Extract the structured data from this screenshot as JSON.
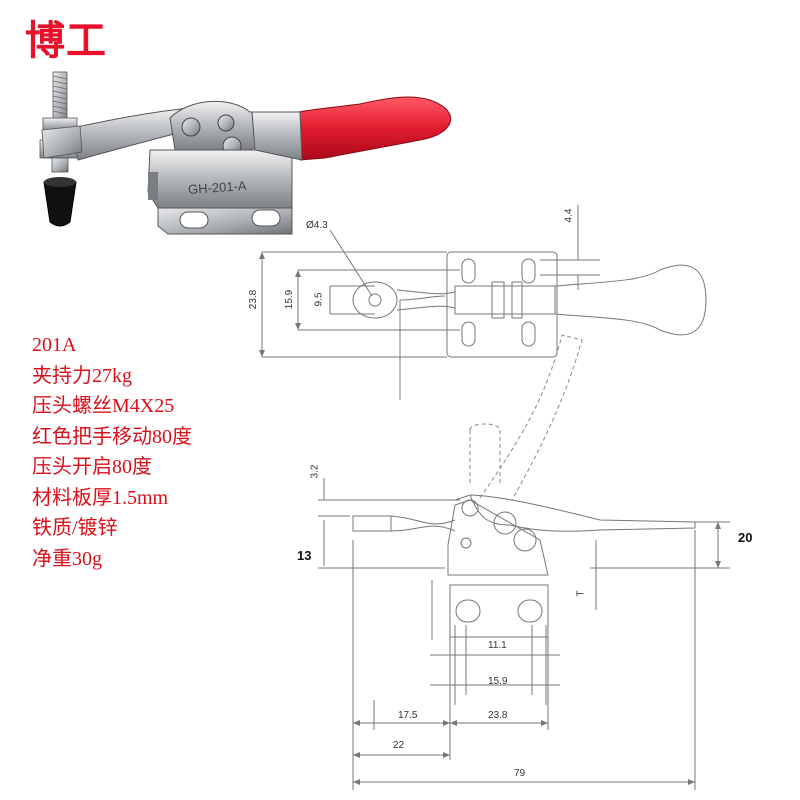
{
  "brand": "博工",
  "colors": {
    "brand": "#e8102a",
    "specs": "#d9101a",
    "handle": "#e21b2e",
    "line": "#666666"
  },
  "product_marking": "GH-201-A",
  "specs": [
    "201A",
    "夹持力27kg",
    "压头螺丝M4X25",
    "红色把手移动80度",
    "压头开启80度",
    "材料板厚1.5mm",
    "铁质/镀锌",
    "净重30g"
  ],
  "top_view_dims": {
    "hole": "Ø4.3",
    "d44": "4.4",
    "d238": "23.8",
    "d159": "15.9",
    "d95": "9.5"
  },
  "side_view_dims": {
    "d32": "3.2",
    "d13": "13",
    "d20": "20",
    "t": "T"
  },
  "bottom_dims": {
    "d111": "11.1",
    "d159": "15.9",
    "d175": "17.5",
    "d238": "23.8",
    "d22": "22",
    "d79": "79"
  }
}
